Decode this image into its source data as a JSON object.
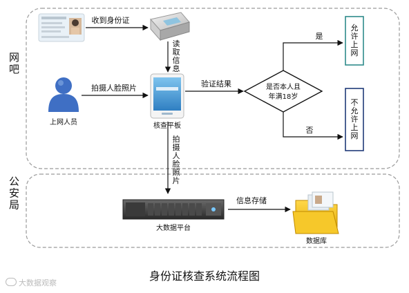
{
  "sections": {
    "internet_cafe": "网吧",
    "police": "公安局"
  },
  "nodes": {
    "user": "上网人员",
    "tablet": "核查平板",
    "bigdata": "大数据平台",
    "database": "数据库",
    "decision": [
      "是否本人且",
      "年满18岁"
    ],
    "allow": "允许上网",
    "deny": "不允许上网"
  },
  "edges": {
    "receive_id": "收到身份证",
    "read_info": "读取信息",
    "capture_face": "拍摄人脸照片",
    "verify_result": "验证结果",
    "yes": "是",
    "no": "否",
    "capture_face_down": "拍摄人脸照片",
    "store_info": "信息存储"
  },
  "caption": "身份证核查系统流程图",
  "watermark": "大数据观察",
  "colors": {
    "panel_border": "#9a9a9a",
    "person": "#3f6fc4",
    "arrow": "#111111",
    "allow_border": "#2e8a8a",
    "deny_border": "#1f3a78",
    "folder": "#f0c020"
  }
}
